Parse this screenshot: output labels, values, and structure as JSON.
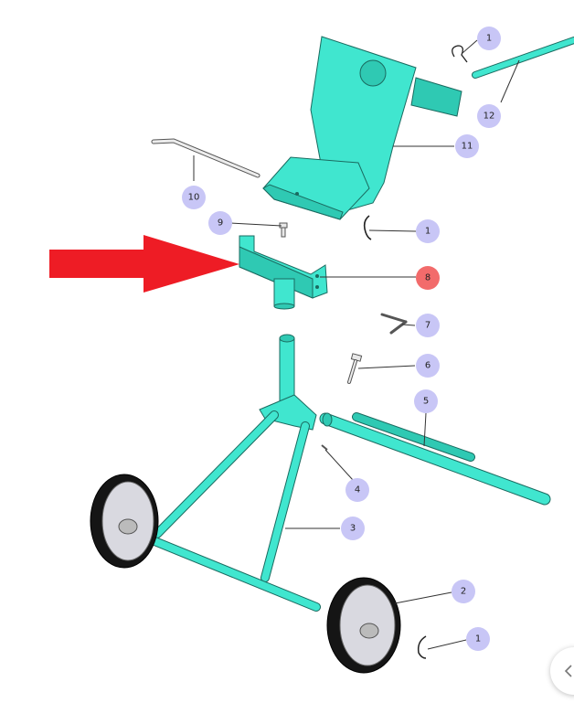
{
  "diagram": {
    "callouts": [
      {
        "id": "c1a",
        "label": "1",
        "highlight": false
      },
      {
        "id": "c12",
        "label": "12",
        "highlight": false
      },
      {
        "id": "c11",
        "label": "11",
        "highlight": false
      },
      {
        "id": "c10",
        "label": "10",
        "highlight": false
      },
      {
        "id": "c9",
        "label": "9",
        "highlight": false
      },
      {
        "id": "c1b",
        "label": "1",
        "highlight": false
      },
      {
        "id": "c8",
        "label": "8",
        "highlight": true
      },
      {
        "id": "c7",
        "label": "7",
        "highlight": false
      },
      {
        "id": "c6",
        "label": "6",
        "highlight": false
      },
      {
        "id": "c5",
        "label": "5",
        "highlight": false
      },
      {
        "id": "c4",
        "label": "4",
        "highlight": false
      },
      {
        "id": "c3",
        "label": "3",
        "highlight": false
      },
      {
        "id": "c2",
        "label": "2",
        "highlight": false
      },
      {
        "id": "c1c",
        "label": "1",
        "highlight": false
      }
    ],
    "colors": {
      "callout_fill": "#c8c6f6",
      "callout_highlight_fill": "#f26b6b",
      "part_fill": "#40e6cf",
      "arrow_fill": "#ee1c25"
    },
    "pointer_arrow": {
      "target_part": "8",
      "direction": "right"
    }
  },
  "navigation": {
    "icon": "chevron-left-icon"
  }
}
